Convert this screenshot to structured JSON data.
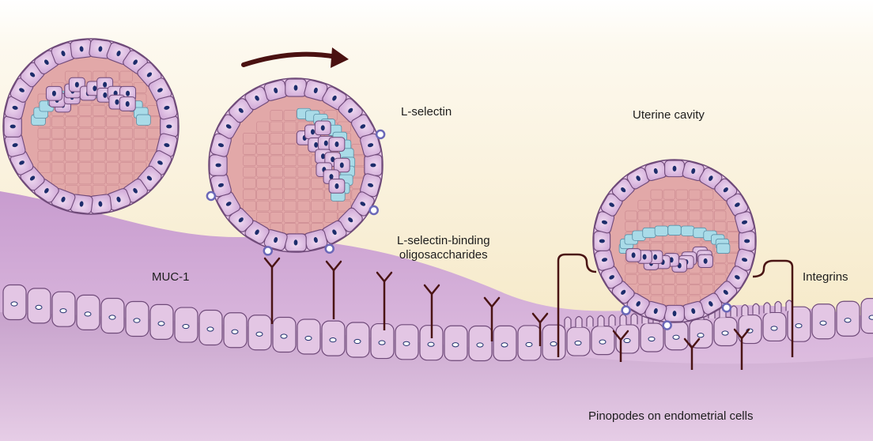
{
  "labels": {
    "l_selectin": "L-selectin",
    "uterine_cavity": "Uterine cavity",
    "l_selectin_binding_line1": "L-selectin-binding",
    "l_selectin_binding_line2": "oligosaccharides",
    "muc1": "MUC-1",
    "integrins": "Integrins",
    "pinopodes": "Pinopodes on endometrial cells"
  },
  "colors": {
    "background_top": "#ffffff",
    "background_bottom": "#f4e7bf",
    "mucosa": "#caa0cf",
    "mucosa_light": "#e3c6e4",
    "cell_fill": "#d7b4dc",
    "cell_stroke": "#6f4a79",
    "nucleus": "#1c2d6b",
    "icm_blue": "#a9dbe8",
    "inner_pink": "#e2a8a8",
    "receptor": "#4a1414",
    "l_selectin_dot": "#6b68b8",
    "arrow": "#4a1111"
  },
  "icons": {
    "motion_arrow": "curved-arrow-icon",
    "receptor": "y-receptor-icon"
  }
}
